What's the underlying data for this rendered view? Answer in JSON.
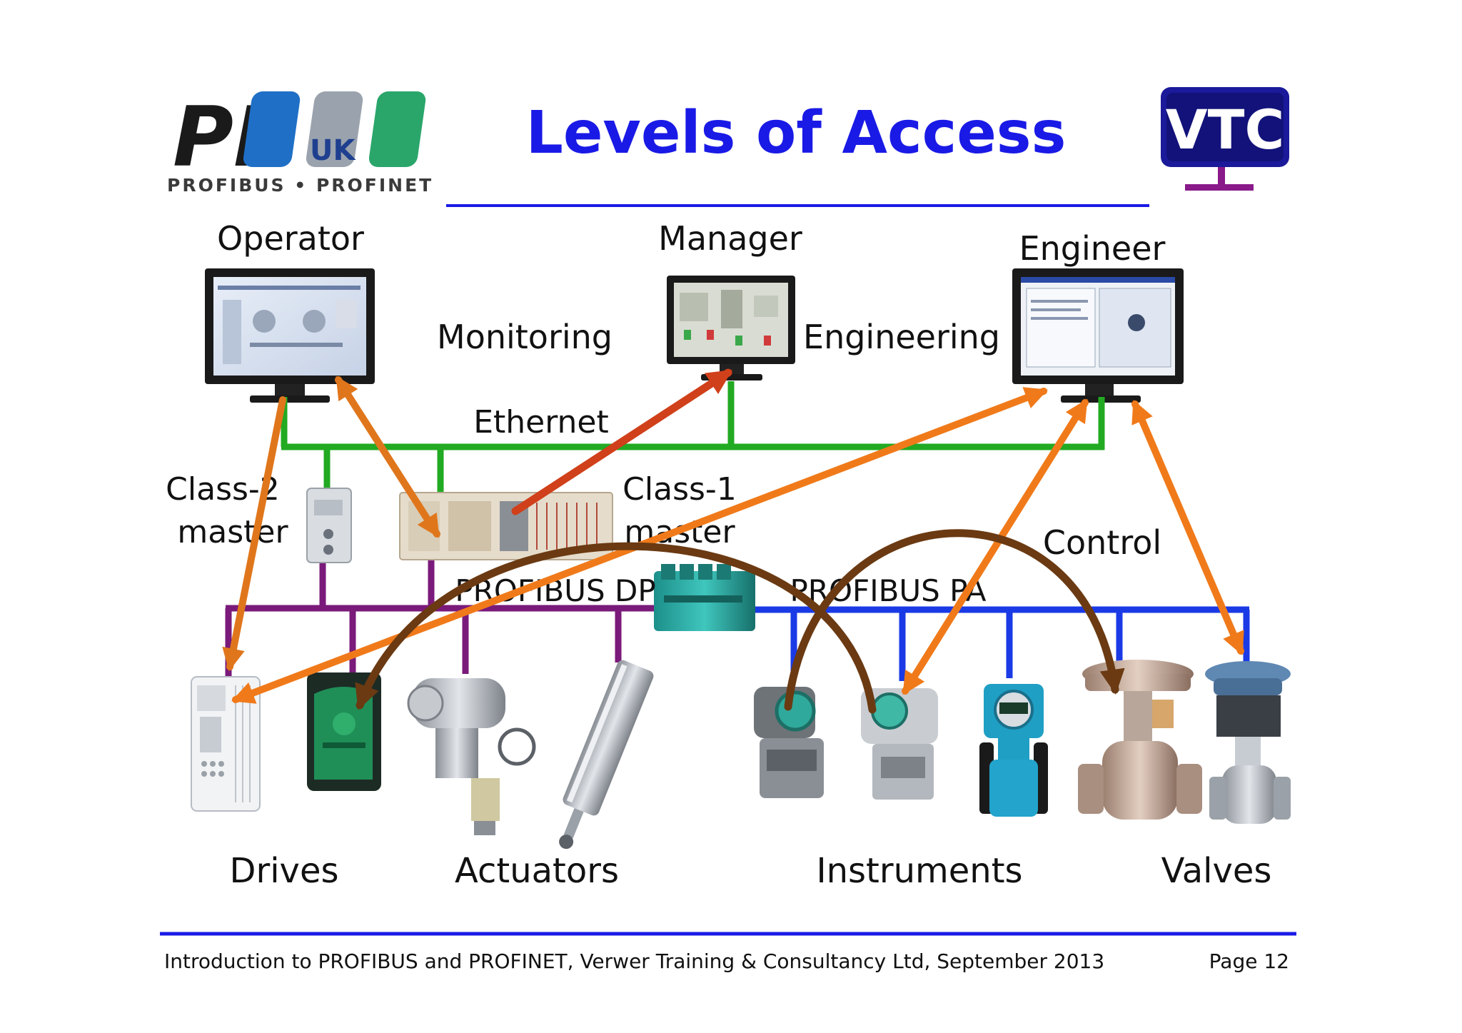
{
  "slide": {
    "title": "Levels of Access",
    "footer": "Introduction to PROFIBUS and PROFINET, Verwer Training & Consultancy Ltd, September 2013",
    "page": "Page 12"
  },
  "logos": {
    "left": {
      "main": "PI",
      "badge": "UK",
      "tagline": "PROFIBUS • PROFINET"
    },
    "right": {
      "text": "VTC"
    }
  },
  "stations": {
    "operator": "Operator",
    "manager": "Manager",
    "engineer": "Engineer"
  },
  "labels": {
    "monitoring": "Monitoring",
    "engineering": "Engineering",
    "ethernet": "Ethernet",
    "class2_line1": "Class-2",
    "class2_line2": "master",
    "class1_line1": "Class-1",
    "class1_line2": "master",
    "profibus_dp": "PROFIBUS DP",
    "profibus_pa": "PROFIBUS PA",
    "control": "Control"
  },
  "categories": {
    "drives": "Drives",
    "actuators": "Actuators",
    "instruments": "Instruments",
    "valves": "Valves"
  },
  "colors": {
    "title": "#1a1ae6",
    "rule": "#1a1ae6",
    "ethernet": "#22aa22",
    "profibus_dp": "#7a1a7a",
    "profibus_pa": "#1a3ae6",
    "arrow_orange": "#f07a1a",
    "arrow_red": "#d0401a",
    "arrow_brown": "#6b3a12",
    "vtc": "#1a1a9a"
  }
}
